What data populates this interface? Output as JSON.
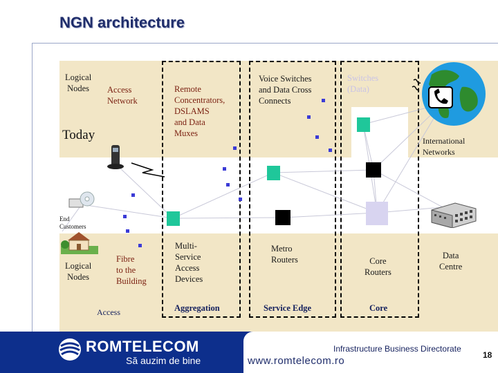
{
  "title": "NGN architecture",
  "labels": {
    "logical_nodes_top": "Logical\nNodes",
    "access_network": "Access\nNetwork",
    "today": "Today",
    "remote_concentrators": "Remote\nConcentrators,\nDSLAMS\nand Data\nMuxes",
    "voice_switches": "Voice Switches\nand Data Cross\nConnects",
    "switches_data": "Switches\n(Data)",
    "international_networks": "International\nNetworks",
    "end_customers": "End\nCustomers",
    "logical_nodes_bottom": "Logical\nNodes",
    "fibre_to_building": "Fibre\nto the\nBuilding",
    "multi_service": "Multi-\nService\nAccess\nDevices",
    "metro_routers": "Metro\nRouters",
    "core_routers": "Core\nRouters",
    "data_centre": "Data\nCentre"
  },
  "stages": {
    "access": "Access",
    "aggregation": "Aggregation",
    "service_edge": "Service Edge",
    "core": "Core"
  },
  "footer": {
    "brand": "ROMTELECOM",
    "slogan": "Să auzim de bine",
    "website": "www.romtelecom.ro",
    "directorate": "Infrastructure Business Directorate",
    "page_number": "18"
  },
  "colors": {
    "band": "#f2e6c6",
    "node_green": "#1fc79a",
    "node_black": "#000000",
    "node_lavender": "#d8d4f0",
    "marker_blue": "#3b3bd6",
    "footer_blue": "#0d2f8c",
    "title_navy": "#1f2d6b"
  }
}
